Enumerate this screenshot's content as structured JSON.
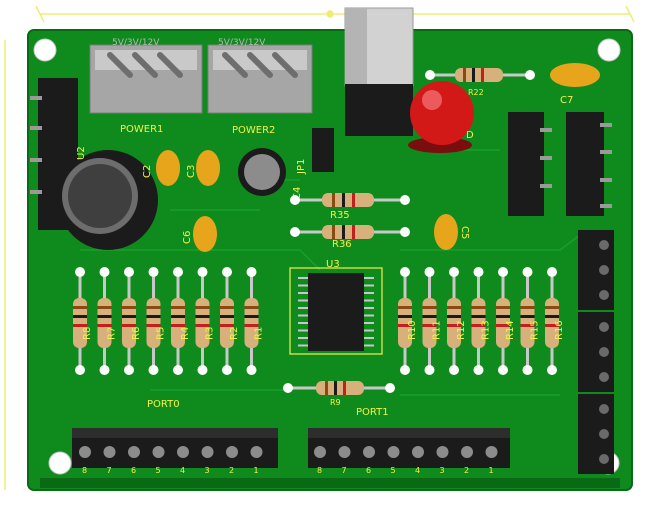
{
  "labels": {
    "power1": "POWER1",
    "power2": "POWER2",
    "power1_silk": "5V/3V/12V",
    "power2_silk": "5V/3V/12V",
    "u3": "U3",
    "port0": "PORT0",
    "port1": "PORT1",
    "r35": "R35",
    "r36": "R36",
    "r22": "R22",
    "r9": "R9",
    "c2": "C2",
    "c3": "C3",
    "c4": "C4",
    "c5": "C5",
    "c6": "C6",
    "c7": "C7",
    "u2": "U2",
    "jp1": "JP1",
    "d": "D"
  },
  "resistors_left": [
    "R8",
    "R7",
    "R6",
    "R5",
    "R4",
    "R3",
    "R2",
    "R1"
  ],
  "resistors_right": [
    "R10",
    "R11",
    "R12",
    "R13",
    "R14",
    "R15",
    "R16"
  ],
  "pin_numbers": [
    "8",
    "7",
    "6",
    "5",
    "4",
    "3",
    "2",
    "1"
  ],
  "colors": {
    "board": "#0f8a1c",
    "silk": "#f2f24a",
    "header": "#1b1b1b",
    "connector_gray": "#a6a6a6",
    "resistor_body": "#d7b07c",
    "capacitor": "#e7a51c",
    "led": "#d31818"
  }
}
